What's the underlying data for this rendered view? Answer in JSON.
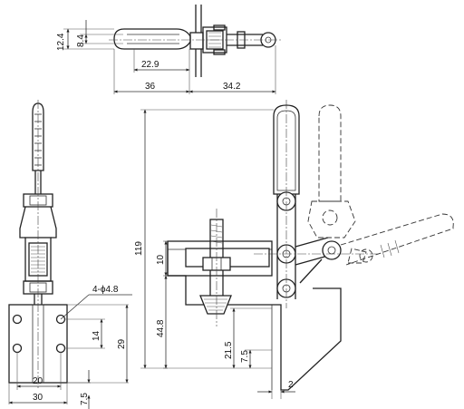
{
  "dimensions": {
    "top_height_outer": "12.4",
    "top_height_inner": "8.4",
    "top_handle_width": "22.9",
    "top_length_left": "36",
    "top_length_right": "34.2",
    "holes_label": "4-ϕ4.8",
    "hole_spacing_vertical": "14",
    "base_height": "29",
    "base_hole_width": "20",
    "base_width": "30",
    "base_offset": "7.5",
    "overall_height": "119",
    "spindle_offset": "10",
    "spindle_height": "44.8",
    "mount_height": "21.5",
    "mount_offset": "7.5",
    "plate_thickness": "2"
  }
}
